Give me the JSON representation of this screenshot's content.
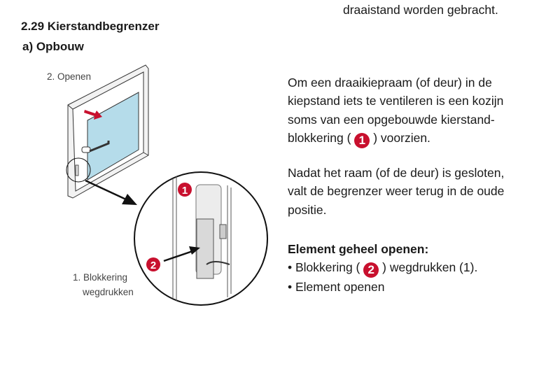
{
  "top_continuation": "draaistand worden gebracht.",
  "section_title": "2.29 Kierstandbegrenzer",
  "subsection_title": "a) Opbouw",
  "illustration": {
    "label_open": "2. Openen",
    "label_block_1": "1. Blokkering",
    "label_block_2": "wegdrukken",
    "badge_1": "1",
    "badge_2": "2",
    "accent_color": "#c8102e",
    "glass_color": "#b5dcea"
  },
  "paragraph1": {
    "lines": [
      "Om een draaikiepraam (of deur) in de",
      "kiepstand iets te ventileren is een kozijn",
      "soms van een opgebouwde kierstand-"
    ],
    "last_before": "blokkering (",
    "badge": "1",
    "last_after": ") voorzien."
  },
  "paragraph2": {
    "lines": [
      "Nadat het raam (of de deur) is gesloten,",
      "valt de begrenzer weer terug in de oude",
      "positie."
    ]
  },
  "instructions": {
    "title": "Element geheel openen:",
    "item1_before": "• Blokkering (",
    "item1_badge": "2",
    "item1_after": ") wegdrukken (1).",
    "item2": "• Element openen"
  }
}
